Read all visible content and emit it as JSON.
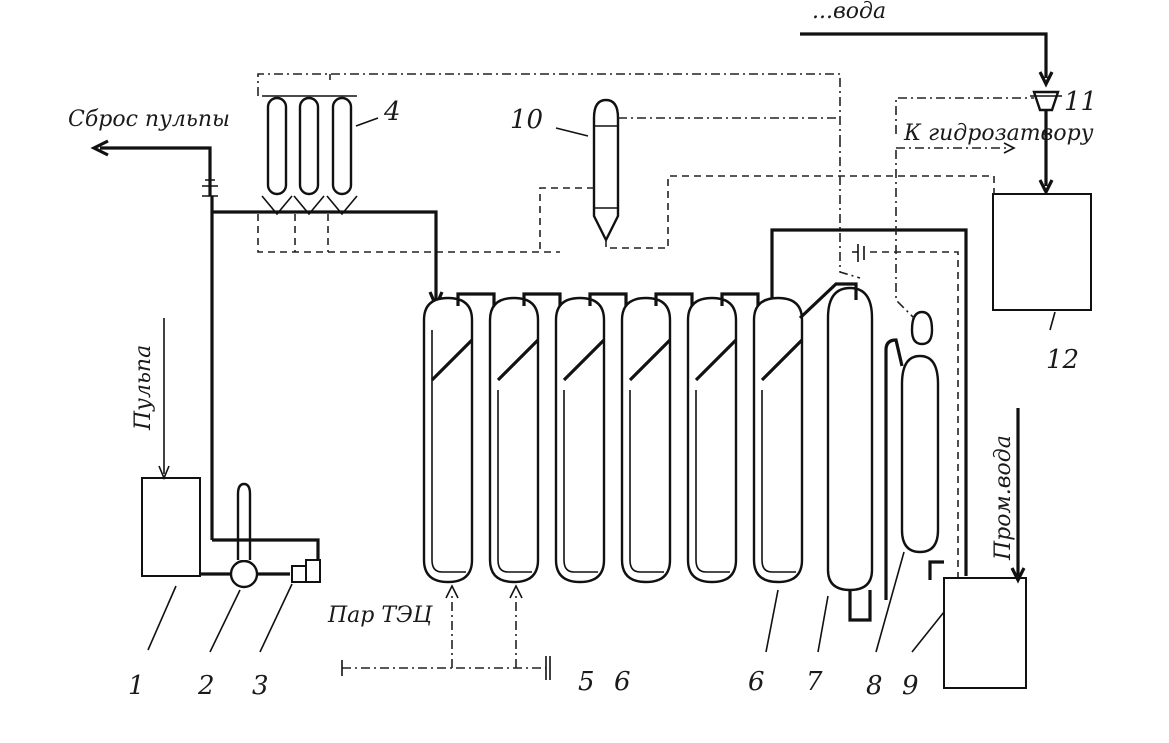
{
  "labels": {
    "top_water": "...вода",
    "pulp_discharge": "Сброс пульпы",
    "pulp": "Пульпа",
    "to_water_seal": "К гидрозатвору",
    "steam_tec": "Пар ТЭЦ",
    "process_water": "Пром.вода"
  },
  "numbers": {
    "n1": "1",
    "n2": "2",
    "n3": "3",
    "n4": "4",
    "n5": "5",
    "n6a": "6",
    "n6b": "6",
    "n7": "7",
    "n8": "8",
    "n9": "9",
    "n10": "10",
    "n11": "11",
    "n12": "12"
  }
}
